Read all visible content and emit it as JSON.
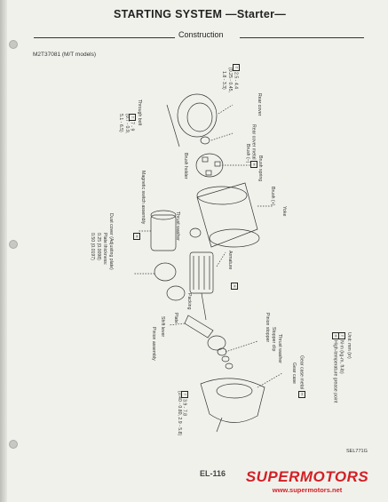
{
  "header": {
    "title": "STARTING SYSTEM —Starter—",
    "section": "Construction"
  },
  "model_code": "M2T37081 (M/T models)",
  "labels": {
    "rear_cover": "Rear cover",
    "rear_cover_metal": "Rear cover metal",
    "brush_neg": "Brush (–)",
    "brush_spring": "Brush spring",
    "brush_holder": "Brush holder",
    "brush_pos": "Brush (+)",
    "yoke": "Yoke",
    "armature": "Armature",
    "thrust_washer_1": "Thrust washer",
    "magnetic_switch": "Magnetic switch assembly",
    "dust_cover": "Dust cover (Adjusting plate)",
    "plate_thickness": "Plate thickness:",
    "plate_value_1": "0.25 (0.0098)",
    "plate_value_2": "0.50 (0.0197)",
    "packing": "Packing",
    "plate": "Plate",
    "shift_lever": "Shift lever",
    "pinion_assembly": "Pinion assembly",
    "pinion_stopper": "Pinion stopper",
    "stopper_clip": "Stopper clip",
    "thrust_washer_2": "Thrust washer",
    "gear_case": "Gear case",
    "gear_case_metal": "Gear case metal",
    "through_bolt": "Through bolt",
    "torque_1": "2.5 - 4.4",
    "torque_1b": "(0.25 - 0.45,",
    "torque_1c": "1.8 - 3.3)",
    "torque_2": "7 - 9",
    "torque_2b": "(0.7 - 0.9,",
    "torque_2c": "5.1 - 6.5)",
    "torque_3": "3.9 - 7.8",
    "torque_3b": "(0.40 - 0.80, 2.9 - 5.8)",
    "legend_unit": "Unit: mm (in)",
    "legend_torque": "N·m (kg-m, ft-lb)",
    "legend_grease": "High-temperature grease point"
  },
  "footer": {
    "ref_code": "SEL771G",
    "page_number": "EL-116"
  },
  "watermark": {
    "name": "SUPERMOTORS",
    "url": "www.supermotors.net"
  }
}
